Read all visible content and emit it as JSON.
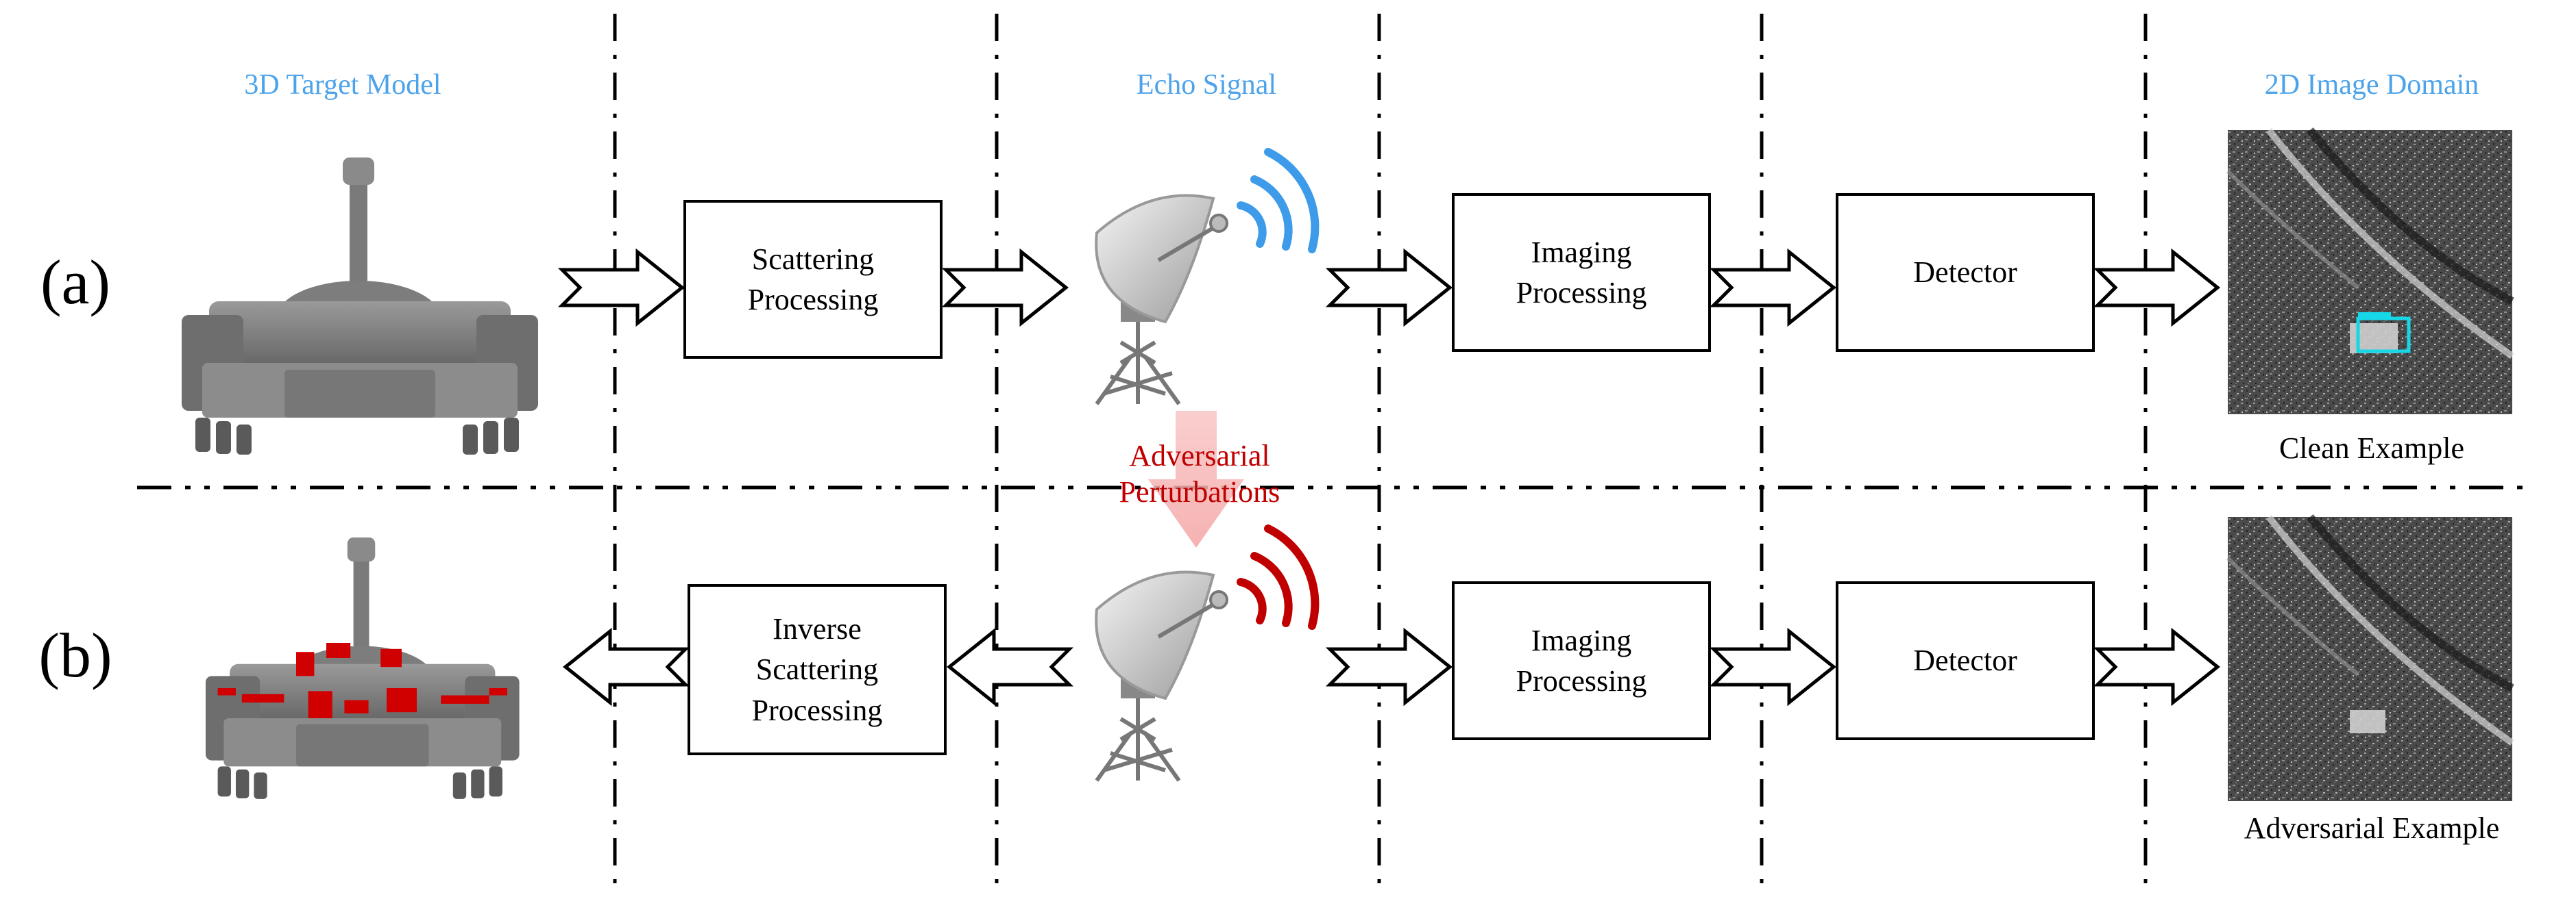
{
  "labels": {
    "target_model": "3D Target Model",
    "echo_signal": "Echo Signal",
    "image_domain": "2D Image Domain",
    "row_a": "(a)",
    "row_b": "(b)",
    "clean_example": "Clean Example",
    "adversarial_example": "Adversarial Example",
    "adversarial_perturbations": [
      "Adversarial",
      "Perturbations"
    ]
  },
  "row_a_boxes": [
    {
      "name": "scattering-processing-box",
      "lines": [
        "Scattering",
        "Processing"
      ]
    },
    {
      "name": "imaging-processing-box-a",
      "lines": [
        "Imaging",
        "Processing"
      ]
    },
    {
      "name": "detector-box-a",
      "lines": [
        "Detector"
      ]
    }
  ],
  "row_b_boxes": [
    {
      "name": "inverse-scattering-processing-box",
      "lines": [
        "Inverse",
        "Scattering",
        "Processing"
      ]
    },
    {
      "name": "imaging-processing-box-b",
      "lines": [
        "Imaging",
        "Processing"
      ]
    },
    {
      "name": "detector-box-b",
      "lines": [
        "Detector"
      ]
    }
  ],
  "colors": {
    "label_blue": "#4da3ea",
    "perturbation_red": "#c00000",
    "signal_blue": "#3d9be9",
    "signal_red": "#c00000",
    "divider_blue": "#1f4e79"
  },
  "icons": {
    "tank": "tank-model-icon",
    "radar": "radar-dish-icon",
    "sar_image": "sar-image-icon"
  }
}
